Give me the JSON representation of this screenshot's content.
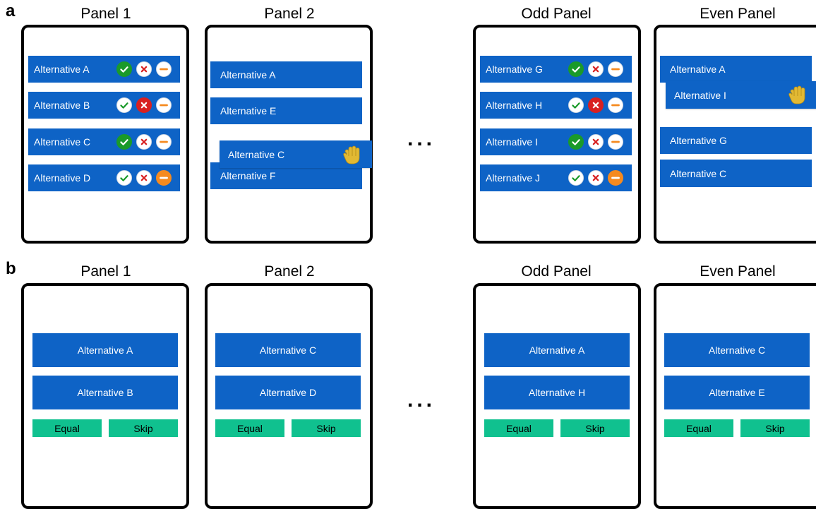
{
  "labels": {
    "a": "a",
    "b": "b",
    "ellipsis": "..."
  },
  "colors": {
    "alt_blue": "#0e63c6",
    "action_green": "#10c18f",
    "check_green": "#1a9a2a",
    "cross_red": "#d82020",
    "minus_orange": "#f58a1f",
    "hand_yellow": "#e2b933"
  },
  "section_a": {
    "panel1": {
      "title": "Panel 1",
      "items": [
        {
          "label": "Alternative A",
          "selected": "check"
        },
        {
          "label": "Alternative B",
          "selected": "cross"
        },
        {
          "label": "Alternative C",
          "selected": "check"
        },
        {
          "label": "Alternative D",
          "selected": "minus"
        }
      ]
    },
    "panel2": {
      "title": "Panel 2",
      "items": [
        "Alternative A",
        "Alternative E",
        "Alternative F"
      ],
      "dragging": "Alternative C"
    },
    "odd": {
      "title": "Odd Panel",
      "items": [
        {
          "label": "Alternative G",
          "selected": "check"
        },
        {
          "label": "Alternative H",
          "selected": "cross"
        },
        {
          "label": "Alternative I",
          "selected": "check"
        },
        {
          "label": "Alternative J",
          "selected": "minus"
        }
      ]
    },
    "even": {
      "title": "Even Panel",
      "items": [
        "Alternative A",
        "Alternative G",
        "Alternative C"
      ],
      "dragging": "Alternative I"
    }
  },
  "section_b": {
    "panel1": {
      "title": "Panel 1",
      "alternatives": [
        "Alternative A",
        "Alternative B"
      ],
      "equal": "Equal",
      "skip": "Skip"
    },
    "panel2": {
      "title": "Panel 2",
      "alternatives": [
        "Alternative C",
        "Alternative D"
      ],
      "equal": "Equal",
      "skip": "Skip"
    },
    "odd": {
      "title": "Odd Panel",
      "alternatives": [
        "Alternative A",
        "Alternative H"
      ],
      "equal": "Equal",
      "skip": "Skip"
    },
    "even": {
      "title": "Even Panel",
      "alternatives": [
        "Alternative C",
        "Alternative E"
      ],
      "equal": "Equal",
      "skip": "Skip"
    }
  }
}
